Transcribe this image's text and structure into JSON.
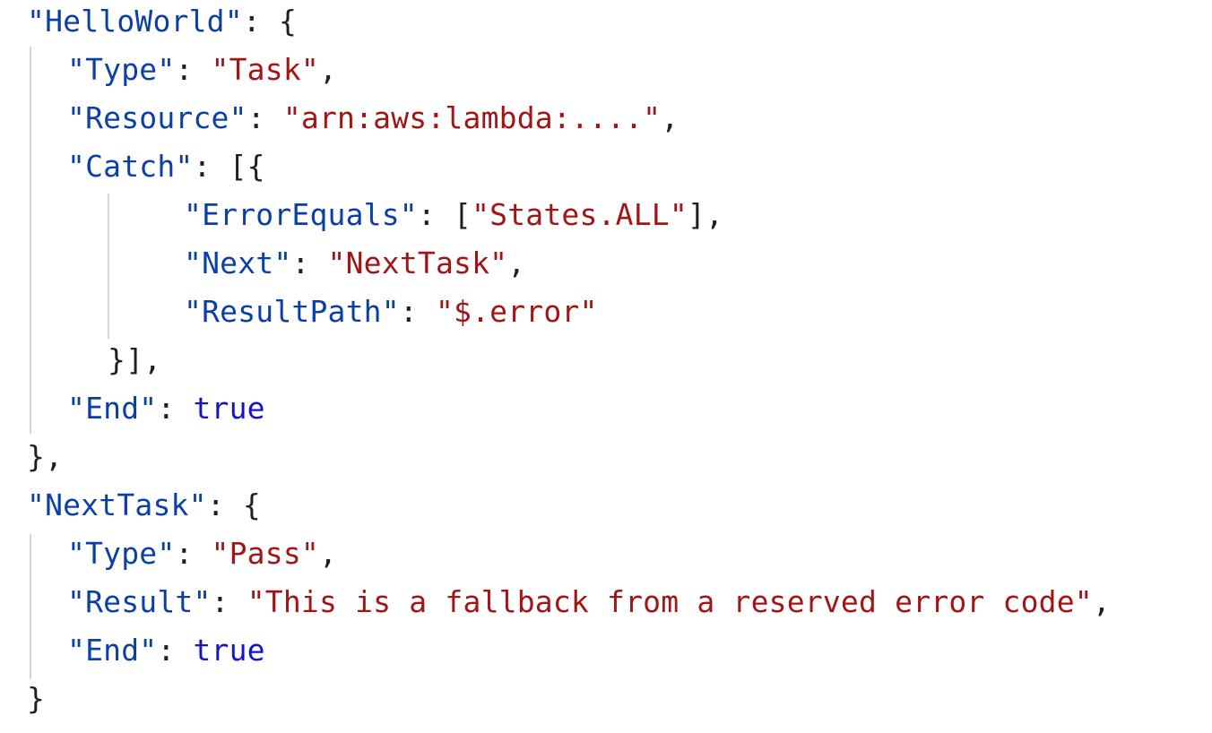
{
  "editor": {
    "colors": {
      "key": "#0a3fa8",
      "string": "#a31515",
      "keyword": "#1414c8",
      "punctuation": "#1f1f1f",
      "indent_guide": "#d4d4d4",
      "background": "#ffffff"
    },
    "lines": [
      [
        {
          "t": "key",
          "v": "\"HelloWorld\""
        },
        {
          "t": "punct",
          "v": ": {"
        }
      ],
      [
        {
          "t": "key",
          "v": "\"Type\""
        },
        {
          "t": "punct",
          "v": ": "
        },
        {
          "t": "str",
          "v": "\"Task\""
        },
        {
          "t": "punct",
          "v": ","
        }
      ],
      [
        {
          "t": "key",
          "v": "\"Resource\""
        },
        {
          "t": "punct",
          "v": ": "
        },
        {
          "t": "str",
          "v": "\"arn:aws:lambda:....\""
        },
        {
          "t": "punct",
          "v": ","
        }
      ],
      [
        {
          "t": "key",
          "v": "\"Catch\""
        },
        {
          "t": "punct",
          "v": ": [{"
        }
      ],
      [
        {
          "t": "key",
          "v": "\"ErrorEquals\""
        },
        {
          "t": "punct",
          "v": ": ["
        },
        {
          "t": "str",
          "v": "\"States.ALL\""
        },
        {
          "t": "punct",
          "v": "],"
        }
      ],
      [
        {
          "t": "key",
          "v": "\"Next\""
        },
        {
          "t": "punct",
          "v": ": "
        },
        {
          "t": "str",
          "v": "\"NextTask\""
        },
        {
          "t": "punct",
          "v": ","
        }
      ],
      [
        {
          "t": "key",
          "v": "\"ResultPath\""
        },
        {
          "t": "punct",
          "v": ": "
        },
        {
          "t": "str",
          "v": "\"$.error\""
        }
      ],
      [
        {
          "t": "punct",
          "v": "}],"
        }
      ],
      [
        {
          "t": "key",
          "v": "\"End\""
        },
        {
          "t": "punct",
          "v": ": "
        },
        {
          "t": "kw",
          "v": "true"
        }
      ],
      [
        {
          "t": "punct",
          "v": "},"
        }
      ],
      [
        {
          "t": "key",
          "v": "\"NextTask\""
        },
        {
          "t": "punct",
          "v": ": {"
        }
      ],
      [
        {
          "t": "key",
          "v": "\"Type\""
        },
        {
          "t": "punct",
          "v": ": "
        },
        {
          "t": "str",
          "v": "\"Pass\""
        },
        {
          "t": "punct",
          "v": ","
        }
      ],
      [
        {
          "t": "key",
          "v": "\"Result\""
        },
        {
          "t": "punct",
          "v": ": "
        },
        {
          "t": "str",
          "v": "\"This is a fallback from a reserved error code\""
        },
        {
          "t": "punct",
          "v": ","
        }
      ],
      [
        {
          "t": "key",
          "v": "\"End\""
        },
        {
          "t": "punct",
          "v": ": "
        },
        {
          "t": "kw",
          "v": "true"
        }
      ],
      [
        {
          "t": "punct",
          "v": "}"
        }
      ]
    ]
  }
}
